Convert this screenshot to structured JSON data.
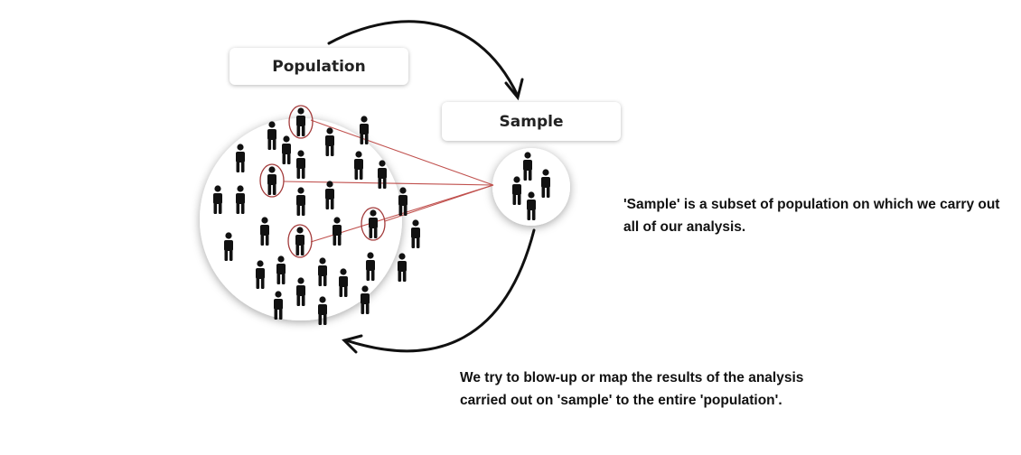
{
  "labels": {
    "population": "Population",
    "sample": "Sample"
  },
  "notes": {
    "sample_definition": "'Sample' is a subset of population on which we carry out all of our analysis.",
    "blow_up": "We try to blow-up or map the results of the analysis carried out on 'sample' to the entire 'population'."
  },
  "colors": {
    "connector_line": "#c0504d",
    "highlight_ring": "#a33b3b",
    "person": "#111111",
    "arrow": "#111111"
  },
  "icons": {
    "person": "person-icon",
    "arrow": "curved-arrow-icon"
  }
}
